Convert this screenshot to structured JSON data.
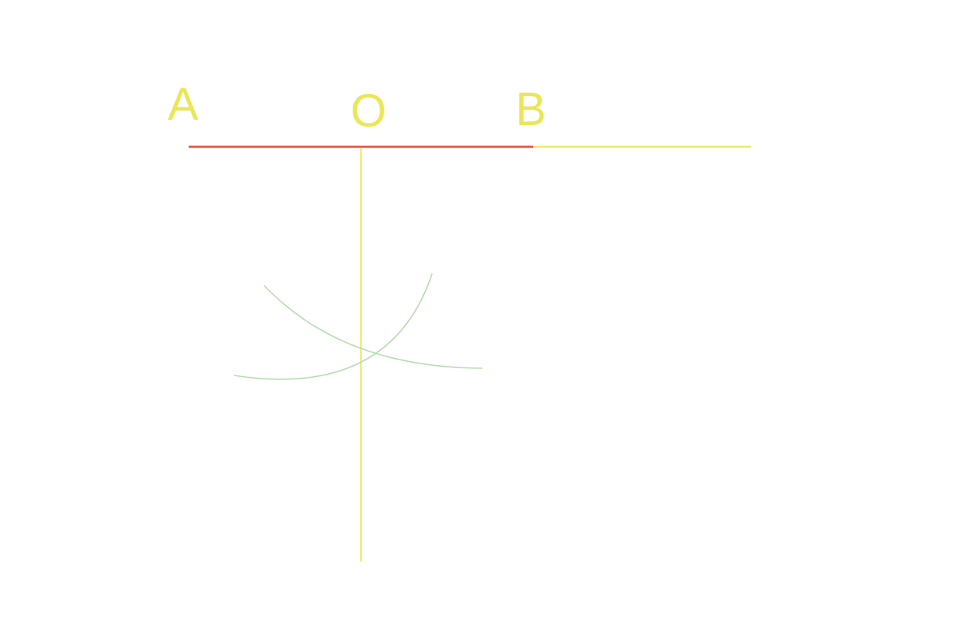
{
  "diagram": {
    "points": {
      "A": {
        "label": "A"
      },
      "O": {
        "label": "O"
      },
      "B": {
        "label": "B"
      }
    },
    "colors": {
      "segment_ab": "#e84a3c",
      "line": "#ebe656",
      "label": "#ebe656",
      "arc": "#b7ddb0",
      "background": "#ffffff"
    }
  }
}
